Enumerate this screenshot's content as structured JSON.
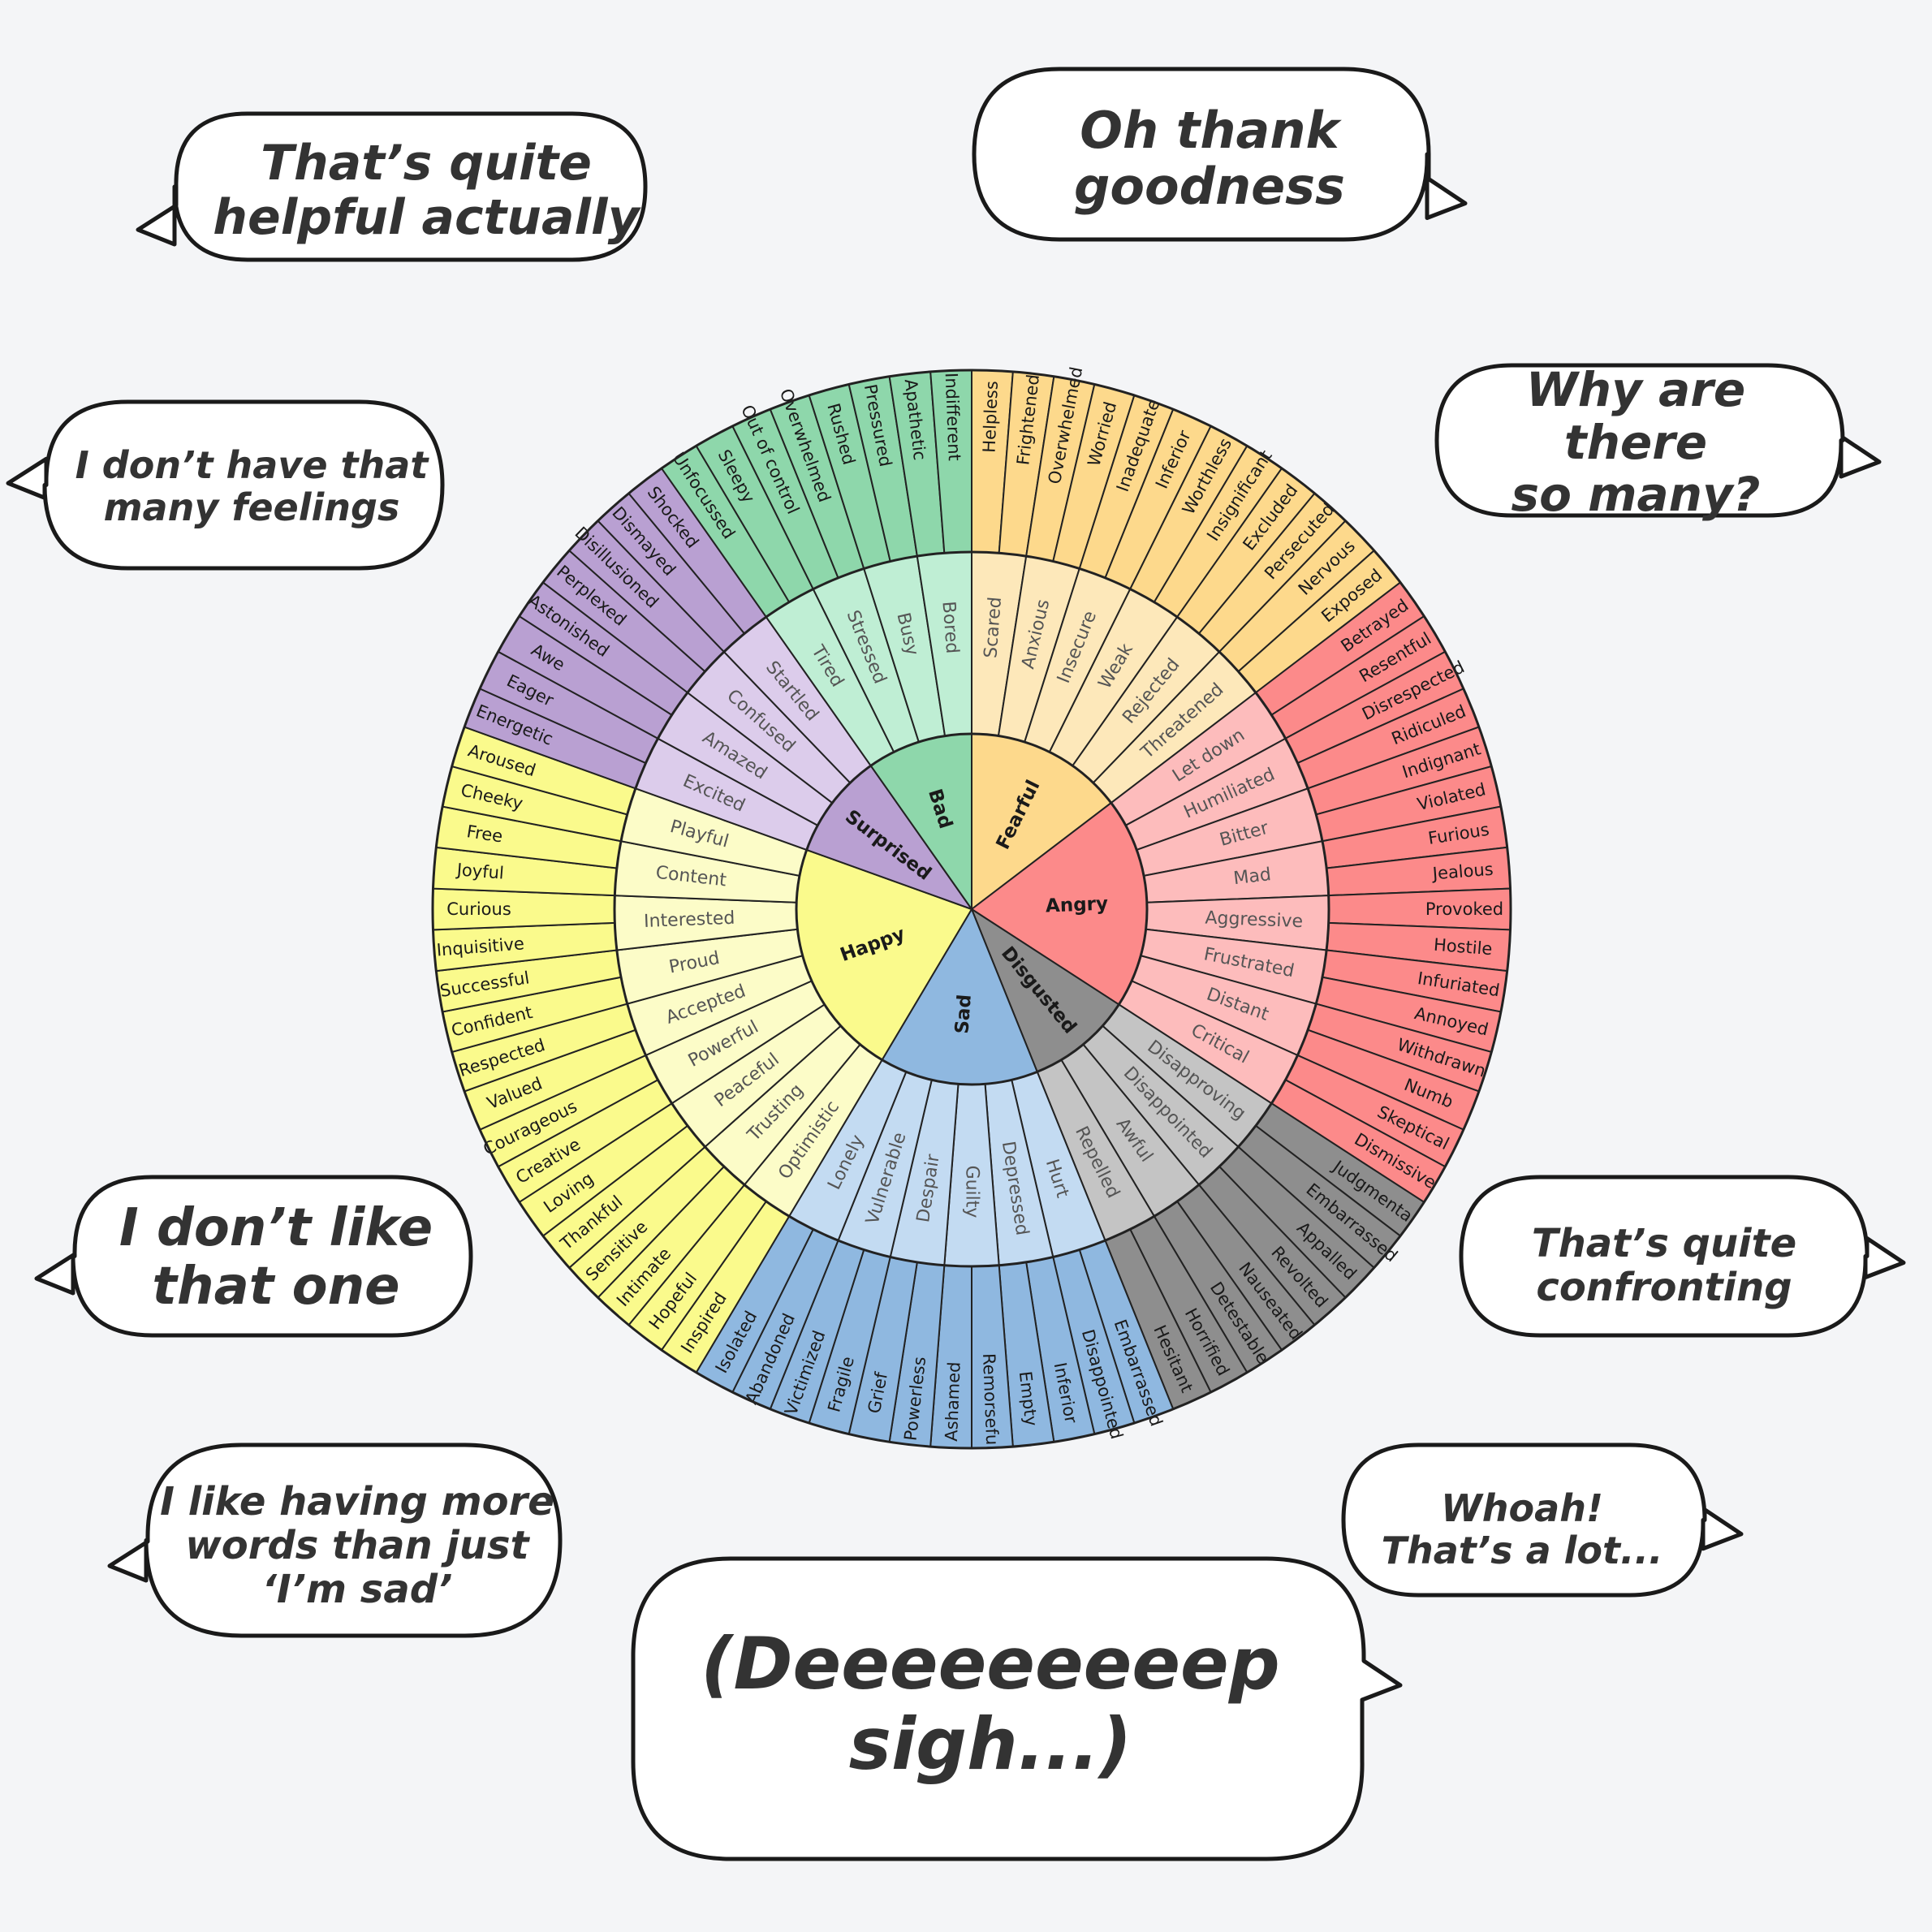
{
  "bubbles": [
    {
      "id": "helpful",
      "text": "That’s quite\nhelpful actually"
    },
    {
      "id": "thank-goodness",
      "text": "Oh thank\ngoodness"
    },
    {
      "id": "why-so-many",
      "text": "Why are there\nso many?"
    },
    {
      "id": "many-feelings",
      "text": "I don’t have that\nmany feelings"
    },
    {
      "id": "dont-like",
      "text": "I don’t like\nthat one"
    },
    {
      "id": "confronting",
      "text": "That’s quite\nconfronting"
    },
    {
      "id": "more-words",
      "text": "I like having more\nwords than just\n‘I’m sad’"
    },
    {
      "id": "whoah",
      "text": "Whoah!\nThat’s a lot..."
    },
    {
      "id": "deep-sigh",
      "text": "(Deeeeeeeeep\nsigh...)"
    }
  ],
  "wheel": {
    "core": [
      {
        "label": "Fearful",
        "color": "#fdd98c",
        "mid": "#fde8ba",
        "outer": "#fdd98c",
        "secondary": [
          {
            "label": "Scared",
            "tertiary": [
              "Helpless",
              "Frightened"
            ]
          },
          {
            "label": "Anxious",
            "tertiary": [
              "Overwhelmed",
              "Worried"
            ]
          },
          {
            "label": "Insecure",
            "tertiary": [
              "Inadequate",
              "Inferior"
            ]
          },
          {
            "label": "Weak",
            "tertiary": [
              "Worthless",
              "Insignificant"
            ]
          },
          {
            "label": "Rejected",
            "tertiary": [
              "Excluded",
              "Persecuted"
            ]
          },
          {
            "label": "Threatened",
            "tertiary": [
              "Nervous",
              "Exposed"
            ]
          }
        ]
      },
      {
        "label": "Angry",
        "color": "#fc8a8a",
        "mid": "#fdbcbc",
        "outer": "#fc8a8a",
        "secondary": [
          {
            "label": "Let down",
            "tertiary": [
              "Betrayed",
              "Resentful"
            ]
          },
          {
            "label": "Humiliated",
            "tertiary": [
              "Disrespected",
              "Ridiculed"
            ]
          },
          {
            "label": "Bitter",
            "tertiary": [
              "Indignant",
              "Violated"
            ]
          },
          {
            "label": "Mad",
            "tertiary": [
              "Furious",
              "Jealous"
            ]
          },
          {
            "label": "Aggressive",
            "tertiary": [
              "Provoked",
              "Hostile"
            ]
          },
          {
            "label": "Frustrated",
            "tertiary": [
              "Infuriated",
              "Annoyed"
            ]
          },
          {
            "label": "Distant",
            "tertiary": [
              "Withdrawn",
              "Numb"
            ]
          },
          {
            "label": "Critical",
            "tertiary": [
              "Skeptical",
              "Dismissive"
            ]
          }
        ]
      },
      {
        "label": "Disgusted",
        "color": "#8e8e8e",
        "mid": "#c4c4c4",
        "outer": "#8e8e8e",
        "secondary": [
          {
            "label": "Disapproving",
            "tertiary": [
              "Judgmental",
              "Embarrassed"
            ]
          },
          {
            "label": "Disappointed",
            "tertiary": [
              "Appalled",
              "Revolted"
            ]
          },
          {
            "label": "Awful",
            "tertiary": [
              "Nauseated",
              "Detestable"
            ]
          },
          {
            "label": "Repelled",
            "tertiary": [
              "Horrified",
              "Hesitant"
            ]
          }
        ]
      },
      {
        "label": "Sad",
        "color": "#8fb8e0",
        "mid": "#c3dbf2",
        "outer": "#8fb8e0",
        "secondary": [
          {
            "label": "Hurt",
            "tertiary": [
              "Embarrassed",
              "Disappointed"
            ]
          },
          {
            "label": "Depressed",
            "tertiary": [
              "Inferior",
              "Empty"
            ]
          },
          {
            "label": "Guilty",
            "tertiary": [
              "Remorseful",
              "Ashamed"
            ]
          },
          {
            "label": "Despair",
            "tertiary": [
              "Powerless",
              "Grief"
            ]
          },
          {
            "label": "Vulnerable",
            "tertiary": [
              "Fragile",
              "Victimized"
            ]
          },
          {
            "label": "Lonely",
            "tertiary": [
              "Abandoned",
              "Isolated"
            ]
          }
        ]
      },
      {
        "label": "Happy",
        "color": "#fafa8c",
        "mid": "#fcfcc8",
        "outer": "#fafa8c",
        "secondary": [
          {
            "label": "Optimistic",
            "tertiary": [
              "Inspired",
              "Hopeful"
            ]
          },
          {
            "label": "Trusting",
            "tertiary": [
              "Intimate",
              "Sensitive"
            ]
          },
          {
            "label": "Peaceful",
            "tertiary": [
              "Thankful",
              "Loving"
            ]
          },
          {
            "label": "Powerful",
            "tertiary": [
              "Creative",
              "Courageous"
            ]
          },
          {
            "label": "Accepted",
            "tertiary": [
              "Valued",
              "Respected"
            ]
          },
          {
            "label": "Proud",
            "tertiary": [
              "Confident",
              "Successful"
            ]
          },
          {
            "label": "Interested",
            "tertiary": [
              "Inquisitive",
              "Curious"
            ]
          },
          {
            "label": "Content",
            "tertiary": [
              "Joyful",
              "Free"
            ]
          },
          {
            "label": "Playful",
            "tertiary": [
              "Cheeky",
              "Aroused"
            ]
          }
        ]
      },
      {
        "label": "Surprised",
        "color": "#b9a0d2",
        "mid": "#dccceb",
        "outer": "#b9a0d2",
        "secondary": [
          {
            "label": "Excited",
            "tertiary": [
              "Energetic",
              "Eager"
            ]
          },
          {
            "label": "Amazed",
            "tertiary": [
              "Awe",
              "Astonished"
            ]
          },
          {
            "label": "Confused",
            "tertiary": [
              "Perplexed",
              "Disillusioned"
            ]
          },
          {
            "label": "Startled",
            "tertiary": [
              "Dismayed",
              "Shocked"
            ]
          }
        ]
      },
      {
        "label": "Bad",
        "color": "#8ed7ab",
        "mid": "#bfeed4",
        "outer": "#8ed7ab",
        "secondary": [
          {
            "label": "Tired",
            "tertiary": [
              "Unfocussed",
              "Sleepy"
            ]
          },
          {
            "label": "Stressed",
            "tertiary": [
              "Out of control",
              "Overwhelmed"
            ]
          },
          {
            "label": "Busy",
            "tertiary": [
              "Rushed",
              "Pressured"
            ]
          },
          {
            "label": "Bored",
            "tertiary": [
              "Apathetic",
              "Indifferent"
            ]
          }
        ]
      }
    ]
  }
}
